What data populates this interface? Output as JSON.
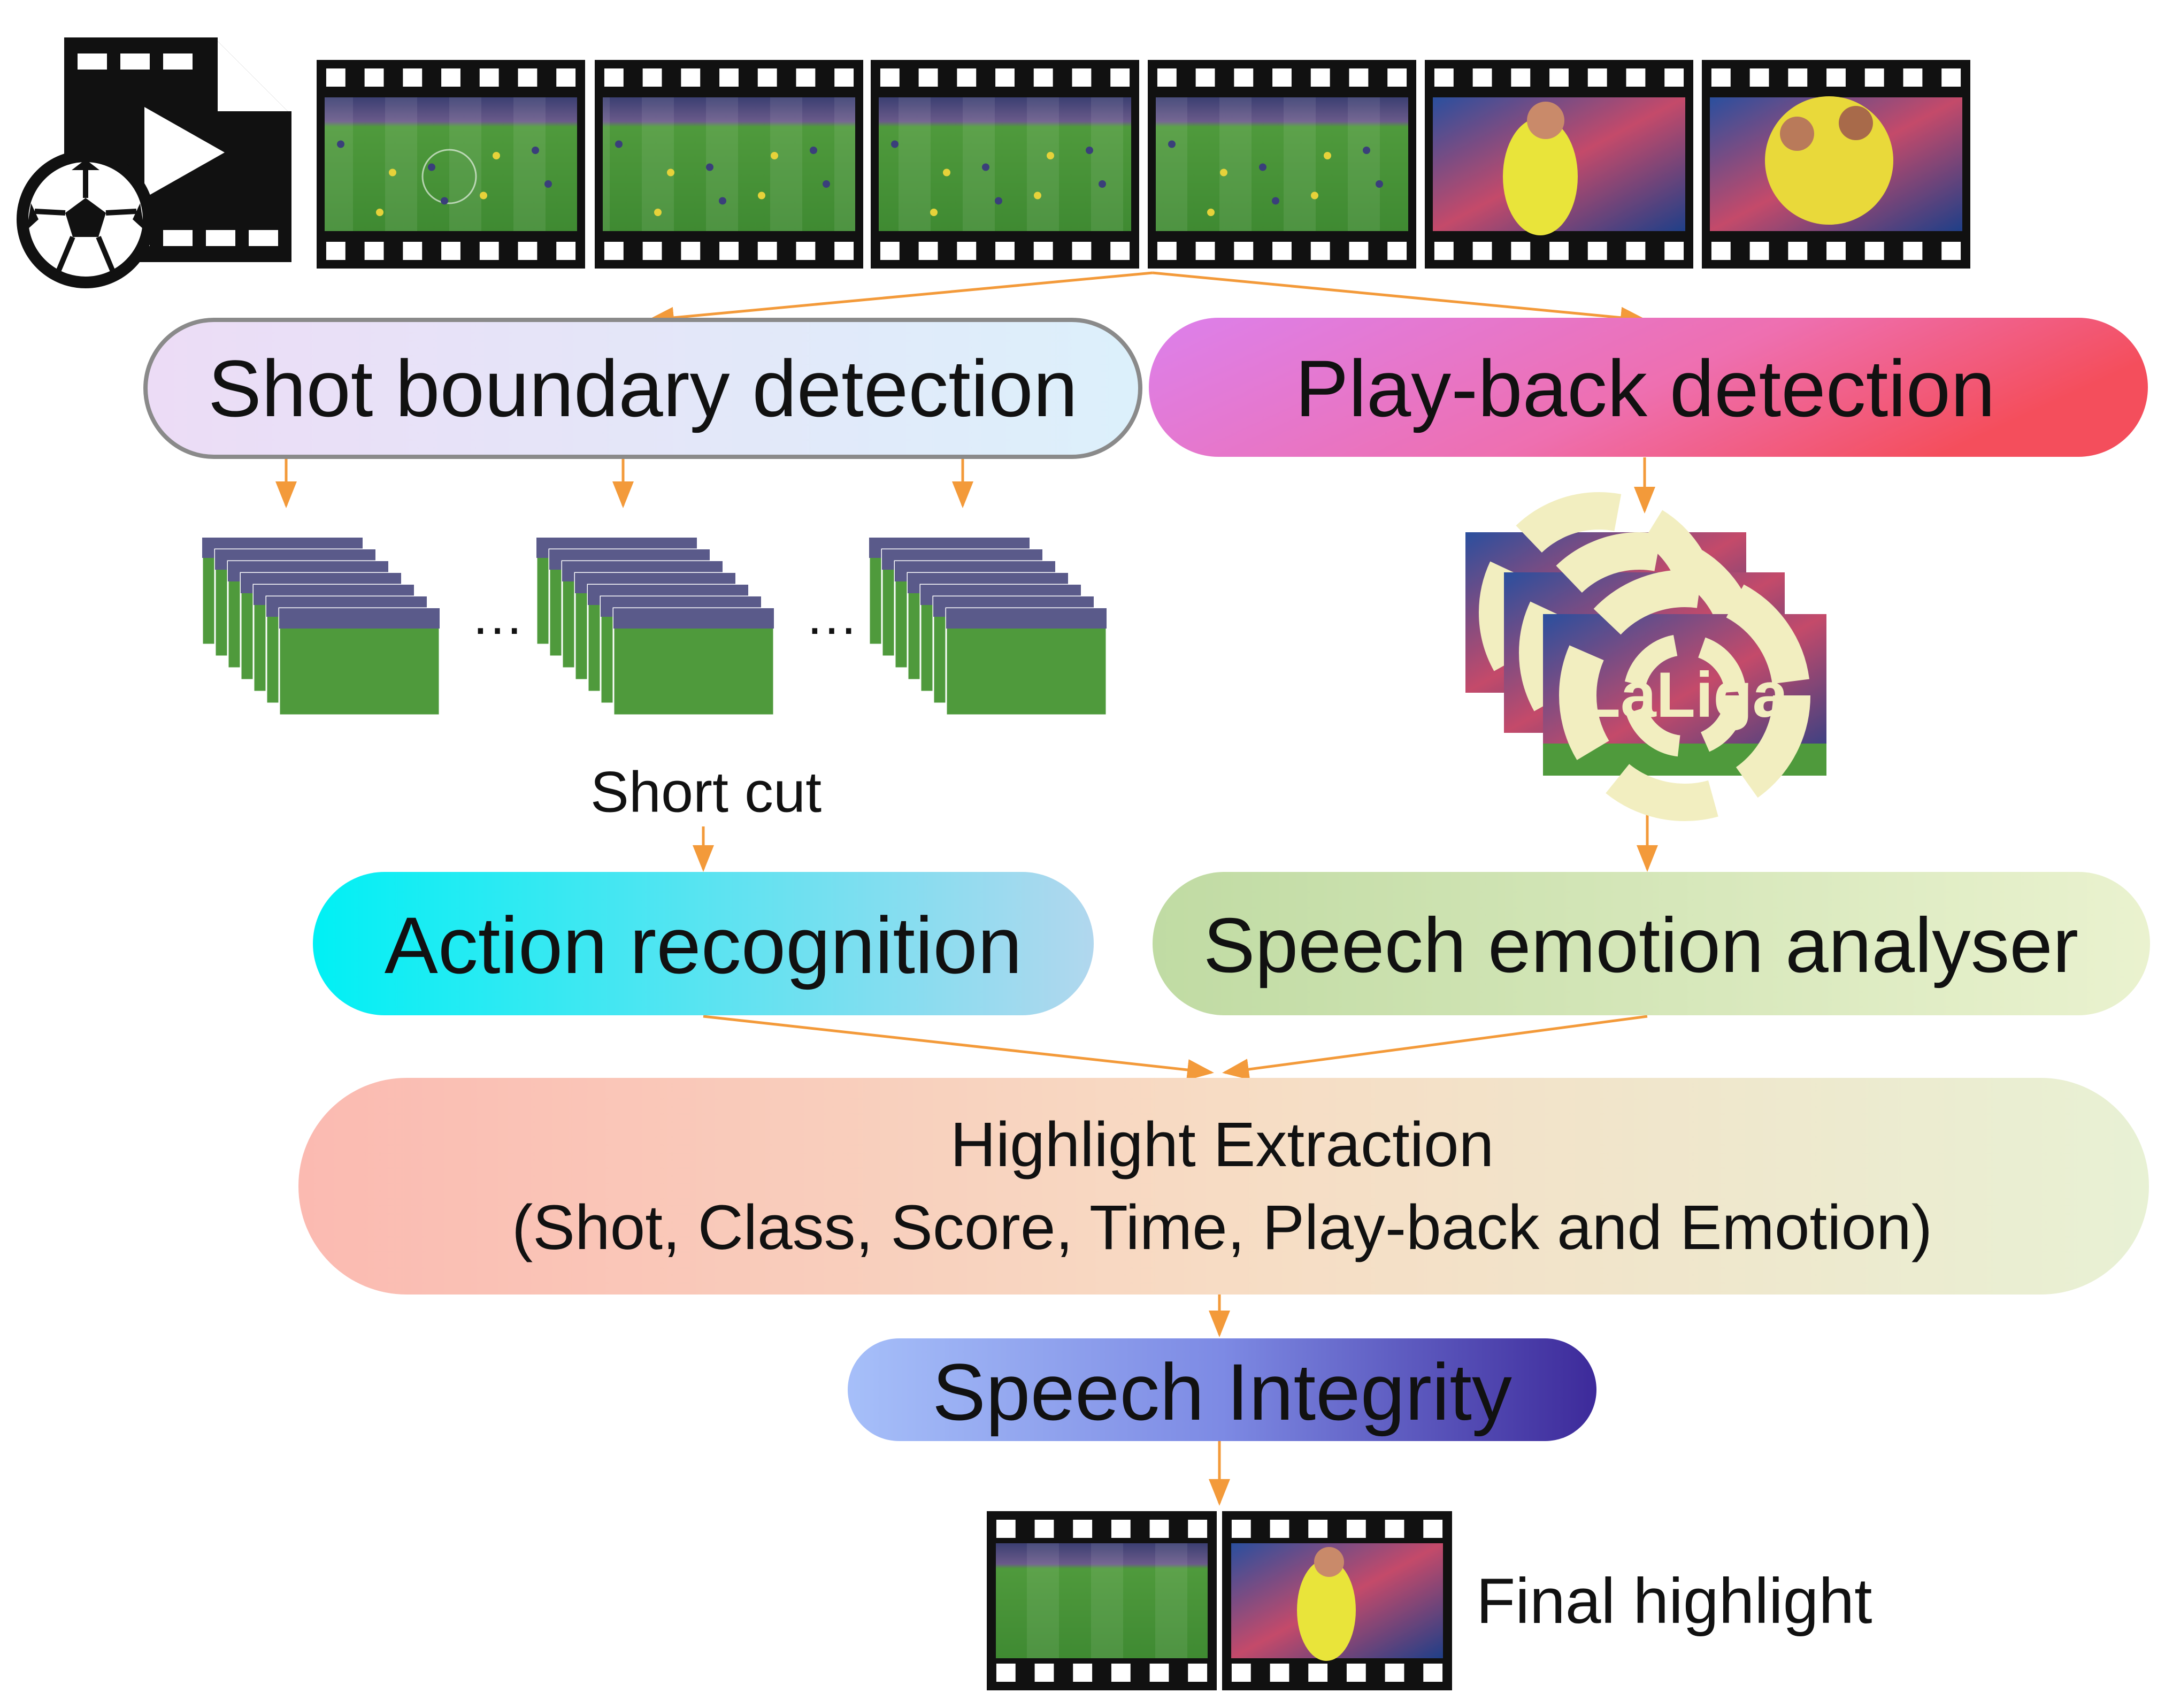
{
  "nodes": {
    "shot_boundary": "Shot boundary detection",
    "play_back": "Play-back detection",
    "action_recognition": "Action recognition",
    "speech_emotion": "Speech emotion analyser",
    "highlight_title": "Highlight Extraction",
    "highlight_params": "(Shot, Class, Score, Time, Play-back and Emotion)",
    "speech_integrity": "Speech Integrity"
  },
  "annotations": {
    "ellipsis": "…",
    "short_cut": "Short cut",
    "final_highlight": "Final highlight",
    "logo_text": "LaLiga"
  },
  "colors": {
    "arrow": "#f39a3a",
    "pitch": "#4f9a3c",
    "film": "#111111"
  },
  "icons": {
    "source": "video-file-football-icon",
    "film": "film-strip-icon"
  }
}
